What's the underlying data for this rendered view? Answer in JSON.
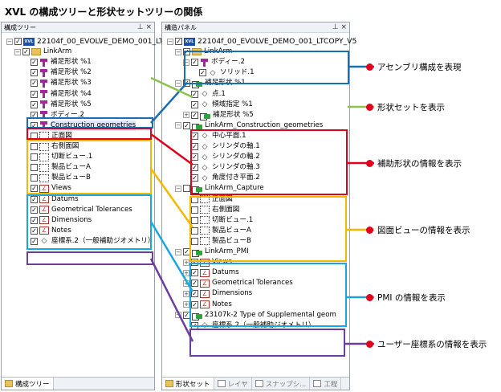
{
  "title": "XVL の構成ツリーと形状セットツリーの関係",
  "left_panel": {
    "header": "構成ツリー",
    "pin": "⊥ ×",
    "rows": [
      {
        "depth": 0,
        "tw": "⊟",
        "check": true,
        "icon": "xvl",
        "label": "22104f_00_EVOLVE_DEMO_001_LT"
      },
      {
        "depth": 1,
        "tw": "⊟",
        "check": true,
        "icon": "folder",
        "label": "LinkArm"
      },
      {
        "depth": 2,
        "tw": "",
        "check": true,
        "icon": "part",
        "label": "補足形状 %1"
      },
      {
        "depth": 2,
        "tw": "",
        "check": true,
        "icon": "part",
        "label": "補足形状 %2"
      },
      {
        "depth": 2,
        "tw": "",
        "check": true,
        "icon": "part",
        "label": "補足形状 %3"
      },
      {
        "depth": 2,
        "tw": "",
        "check": true,
        "icon": "part",
        "label": "補足形状 %4"
      },
      {
        "depth": 2,
        "tw": "",
        "check": true,
        "icon": "part",
        "label": "補足形状 %5"
      },
      {
        "depth": 2,
        "tw": "",
        "check": true,
        "icon": "part",
        "label": "ボディー.2"
      },
      {
        "depth": 2,
        "tw": "",
        "check": true,
        "icon": "part",
        "label": "Construction geometries",
        "highlight": true
      },
      {
        "depth": 2,
        "tw": "",
        "check": false,
        "icon": "view",
        "label": "正面図"
      },
      {
        "depth": 2,
        "tw": "",
        "check": false,
        "icon": "view",
        "label": "右側面図"
      },
      {
        "depth": 2,
        "tw": "",
        "check": false,
        "icon": "view",
        "label": "切断ビュー.1"
      },
      {
        "depth": 2,
        "tw": "",
        "check": false,
        "icon": "view",
        "label": "製品ビューA"
      },
      {
        "depth": 2,
        "tw": "",
        "check": false,
        "icon": "view",
        "label": "製品ビューB"
      },
      {
        "depth": 2,
        "tw": "",
        "check": true,
        "icon": "pmi",
        "label": "Views"
      },
      {
        "depth": 2,
        "tw": "",
        "check": true,
        "icon": "pmi",
        "label": "Datums"
      },
      {
        "depth": 2,
        "tw": "",
        "check": true,
        "icon": "pmi",
        "label": "Geometrical Tolerances"
      },
      {
        "depth": 2,
        "tw": "",
        "check": true,
        "icon": "pmi",
        "label": "Dimensions"
      },
      {
        "depth": 2,
        "tw": "",
        "check": true,
        "icon": "pmi",
        "label": "Notes"
      },
      {
        "depth": 2,
        "tw": "",
        "check": true,
        "icon": "coord",
        "label": "座標系.2（一般補助ジオメトリ）"
      }
    ],
    "tabs": [
      {
        "label": "構成ツリー",
        "active": true
      }
    ]
  },
  "right_panel": {
    "header": "構造パネル",
    "pin": "⊥ ×",
    "rows": [
      {
        "depth": 0,
        "tw": "⊟",
        "check": true,
        "icon": "xvl",
        "label": "22104f_00_EVOLVE_DEMO_001_LTCOPY_V5"
      },
      {
        "depth": 1,
        "tw": "⊟",
        "check": true,
        "icon": "folder",
        "label": "LinkArm"
      },
      {
        "depth": 2,
        "tw": "⊟",
        "check": true,
        "icon": "part",
        "label": "ボディー.2"
      },
      {
        "depth": 3,
        "tw": "",
        "check": true,
        "icon": "coord",
        "label": "ソリッド.1"
      },
      {
        "depth": 1,
        "tw": "⊟",
        "check": true,
        "icon": "shapeset",
        "label": "補足形状 %1"
      },
      {
        "depth": 2,
        "tw": "",
        "check": true,
        "icon": "coord",
        "label": "点.1"
      },
      {
        "depth": 2,
        "tw": "",
        "check": true,
        "icon": "coord",
        "label": "傾域指定 %1"
      },
      {
        "depth": 2,
        "tw": "⊞",
        "check": true,
        "icon": "shapeset",
        "label": "補足形状 %5"
      },
      {
        "depth": 1,
        "tw": "⊟",
        "check": true,
        "icon": "shapeset",
        "label": "LinkArm_Construction_geometries"
      },
      {
        "depth": 2,
        "tw": "",
        "check": true,
        "icon": "coord",
        "label": "中心平面.1"
      },
      {
        "depth": 2,
        "tw": "",
        "check": true,
        "icon": "coord",
        "label": "シリンダの軸.1"
      },
      {
        "depth": 2,
        "tw": "",
        "check": true,
        "icon": "coord",
        "label": "シリンダの軸.2"
      },
      {
        "depth": 2,
        "tw": "",
        "check": true,
        "icon": "coord",
        "label": "シリンダの軸.3"
      },
      {
        "depth": 2,
        "tw": "",
        "check": true,
        "icon": "coord",
        "label": "角度付き平面.2"
      },
      {
        "depth": 1,
        "tw": "⊟",
        "check": false,
        "icon": "shapeset",
        "label": "LinkArm_Capture"
      },
      {
        "depth": 2,
        "tw": "",
        "check": false,
        "icon": "view",
        "label": "正面図"
      },
      {
        "depth": 2,
        "tw": "",
        "check": false,
        "icon": "view",
        "label": "右側面図"
      },
      {
        "depth": 2,
        "tw": "",
        "check": false,
        "icon": "view",
        "label": "切断ビュー.1"
      },
      {
        "depth": 2,
        "tw": "",
        "check": false,
        "icon": "view",
        "label": "製品ビューA"
      },
      {
        "depth": 2,
        "tw": "",
        "check": false,
        "icon": "view",
        "label": "製品ビューB"
      },
      {
        "depth": 1,
        "tw": "⊟",
        "check": true,
        "icon": "shapeset",
        "label": "LinkArm_PMI"
      },
      {
        "depth": 2,
        "tw": "⊞",
        "check": true,
        "icon": "pmi",
        "label": "Views"
      },
      {
        "depth": 2,
        "tw": "⊞",
        "check": true,
        "icon": "pmi",
        "label": "Datums"
      },
      {
        "depth": 2,
        "tw": "⊞",
        "check": true,
        "icon": "pmi",
        "label": "Geometrical Tolerances"
      },
      {
        "depth": 2,
        "tw": "⊞",
        "check": true,
        "icon": "pmi",
        "label": "Dimensions"
      },
      {
        "depth": 2,
        "tw": "⊞",
        "check": true,
        "icon": "pmi",
        "label": "Notes"
      },
      {
        "depth": 1,
        "tw": "⊟",
        "check": true,
        "icon": "shapeset",
        "label": "23107k-2 Type of Supplemental geom"
      },
      {
        "depth": 2,
        "tw": "",
        "check": true,
        "icon": "coord",
        "label": "座標系.2（一般補助ジオメトリ）"
      }
    ],
    "tabs": [
      {
        "label": "形状セット",
        "active": true
      },
      {
        "label": "レイヤ",
        "active": false
      },
      {
        "label": "スナップシ...",
        "active": false
      },
      {
        "label": "工程",
        "active": false
      }
    ]
  },
  "callouts": [
    {
      "text": "アセンブリ構成を表現",
      "color": "#1a6fb3"
    },
    {
      "text": "形状セットを表示",
      "color": "#8bc34a"
    },
    {
      "text": "補助形状の情報を表示",
      "color": "#e0001b"
    },
    {
      "text": "図面ビューの情報を表示",
      "color": "#f5b800"
    },
    {
      "text": "PMI の情報を表示",
      "color": "#1aa6e0"
    },
    {
      "text": "ユーザー座標系の情報を表示",
      "color": "#6b3fa0"
    }
  ]
}
